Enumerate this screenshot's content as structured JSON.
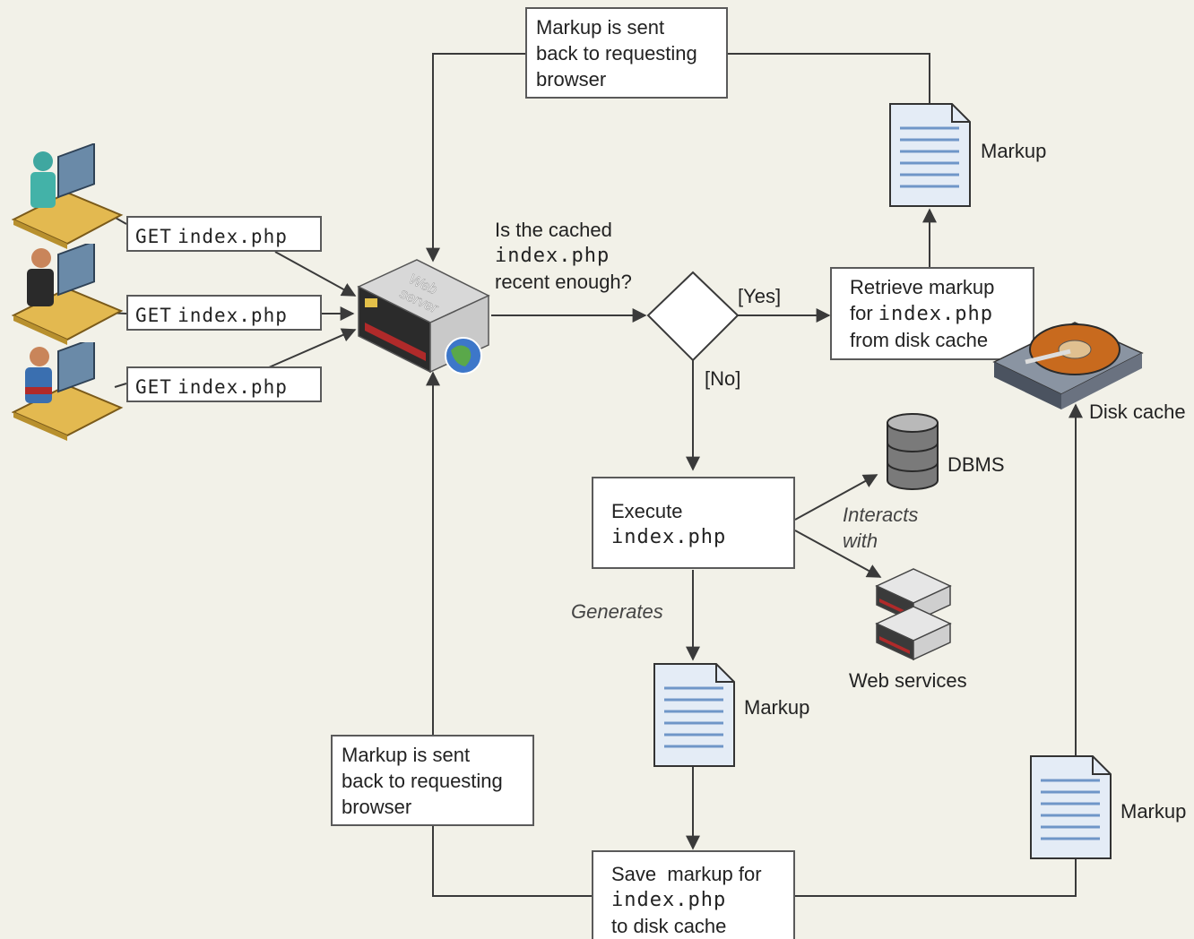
{
  "requests": [
    {
      "method": "GET",
      "path": "index.php"
    },
    {
      "method": "GET",
      "path": "index.php"
    },
    {
      "method": "GET",
      "path": "index.php"
    }
  ],
  "server": {
    "label_line1": "Web",
    "label_line2": "server"
  },
  "question": {
    "line1": "Is the cached",
    "line2": "index.php",
    "line3": "recent enough?"
  },
  "branches": {
    "yes": "[Yes]",
    "no": "[No]"
  },
  "top_send_box": {
    "line1": "Markup is sent",
    "line2": "back to requesting",
    "line3": "browser"
  },
  "bottom_send_box": {
    "line1": "Markup is sent",
    "line2": "back to requesting",
    "line3": "browser"
  },
  "retrieve_box": {
    "line1": "Retrieve markup",
    "line2_prefix": "for ",
    "line2_code": "index.php",
    "line3": "from disk cache"
  },
  "execute_box": {
    "line1": "Execute",
    "line2": "index.php"
  },
  "save_box": {
    "line1": "Save  markup for",
    "line2": "index.php",
    "line3": "to disk cache"
  },
  "labels": {
    "markup_top": "Markup",
    "markup_mid": "Markup",
    "markup_right": "Markup",
    "disk_cache": "Disk cache",
    "dbms": "DBMS",
    "web_services": "Web services",
    "interacts_line1": "Interacts",
    "interacts_line2": "with",
    "generates": "Generates"
  },
  "colors": {
    "background": "#f2f1e8",
    "line": "#3a3a3a",
    "doc_fill": "#e4ecf6",
    "doc_lines": "#6f96c8",
    "desk": "#e3b950",
    "server_red": "#b02a2a"
  }
}
